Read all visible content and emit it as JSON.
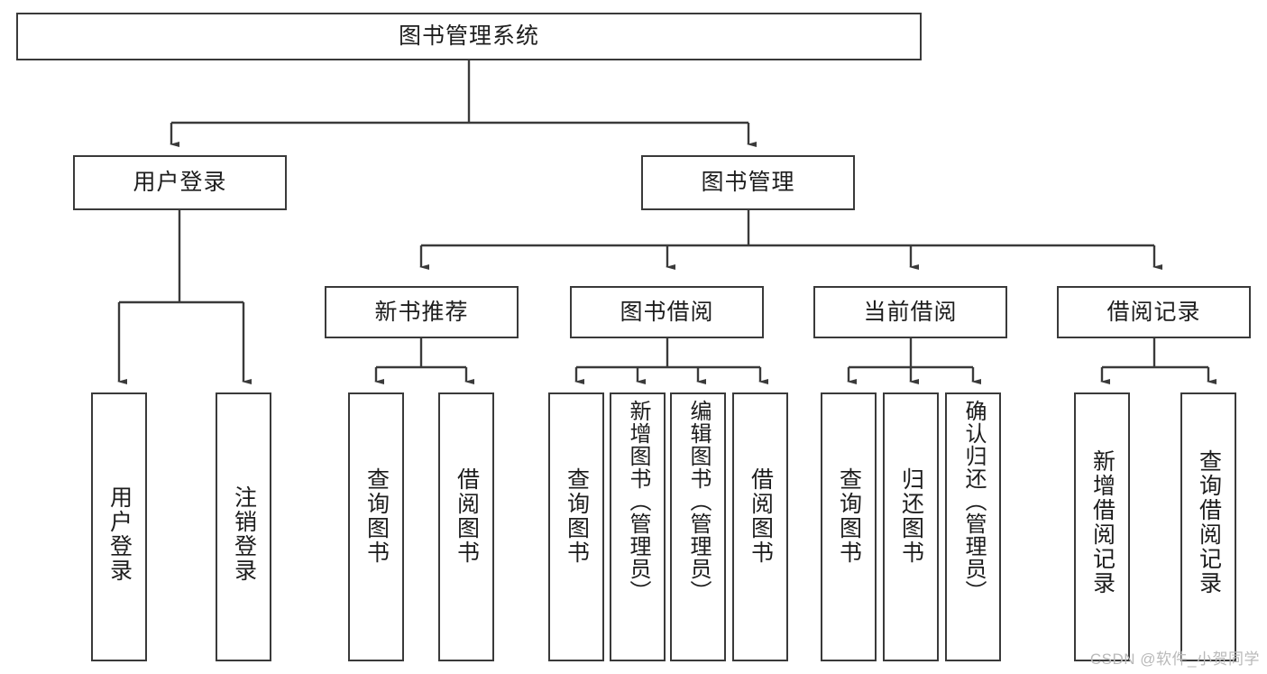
{
  "diagram": {
    "title": "图书管理系统",
    "type": "hierarchy-tree",
    "watermark": "CSDN @软件_小贺同学",
    "root": {
      "label": "图书管理系统"
    },
    "level2": [
      {
        "label": "用户登录"
      },
      {
        "label": "图书管理"
      }
    ],
    "level3": [
      {
        "label": "新书推荐"
      },
      {
        "label": "图书借阅"
      },
      {
        "label": "当前借阅"
      },
      {
        "label": "借阅记录"
      }
    ],
    "leaves": {
      "user_login": [
        {
          "label": "用户登录"
        },
        {
          "label": "注销登录"
        }
      ],
      "new_book_recommend": [
        {
          "label": "查询图书"
        },
        {
          "label": "借阅图书"
        }
      ],
      "book_borrow": [
        {
          "label": "查询图书"
        },
        {
          "label": "新增图书（管理员）"
        },
        {
          "label": "编辑图书（管理员）"
        },
        {
          "label": "借阅图书"
        }
      ],
      "current_borrow": [
        {
          "label": "查询图书"
        },
        {
          "label": "归还图书"
        },
        {
          "label": "确认归还（管理员）"
        }
      ],
      "borrow_record": [
        {
          "label": "新增借阅记录"
        },
        {
          "label": "查询借阅记录"
        }
      ]
    },
    "colors": {
      "stroke": "#3a3a3a",
      "fill": "#ffffff",
      "text": "#1d1d1d",
      "watermark": "#b9b9b9"
    }
  }
}
